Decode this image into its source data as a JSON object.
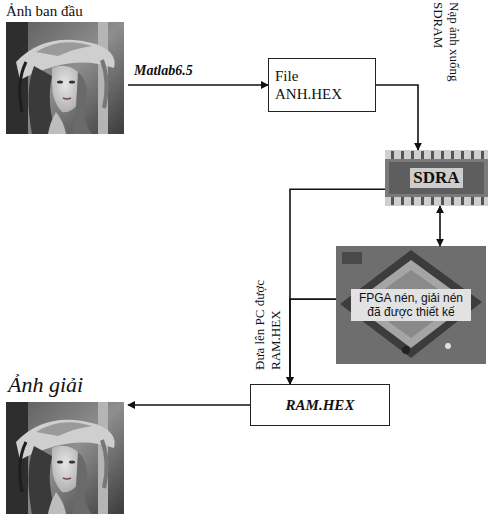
{
  "diagram": {
    "nodes": [
      {
        "text": [
          "Ảnh ban đầu"
        ]
      },
      {
        "text": [
          "File ANH.HEX"
        ]
      },
      {
        "text": [
          "SDRA"
        ]
      },
      {
        "text": [
          "FPGA nén, giải nén đã được thiết kế"
        ]
      },
      {
        "text": [
          "RAM.HEX"
        ]
      },
      {
        "text": [
          "Ảnh giải"
        ]
      }
    ],
    "edges": [
      {
        "from": 0,
        "to": 1,
        "label": "Matlab6.5",
        "arrow": "to"
      },
      {
        "from": 1,
        "to": 2,
        "label": "Nạp ảnh xuống SDRAM",
        "arrow": "to"
      },
      {
        "from": 2,
        "to": 3,
        "arrow": "both"
      },
      {
        "from": 2,
        "to": 4,
        "label": "Đưa lên PC được RAM.HEX",
        "arrow": "to"
      },
      {
        "from": 3,
        "to": 4,
        "arrow": "to"
      },
      {
        "from": 4,
        "to": 5,
        "arrow": "to"
      }
    ]
  }
}
